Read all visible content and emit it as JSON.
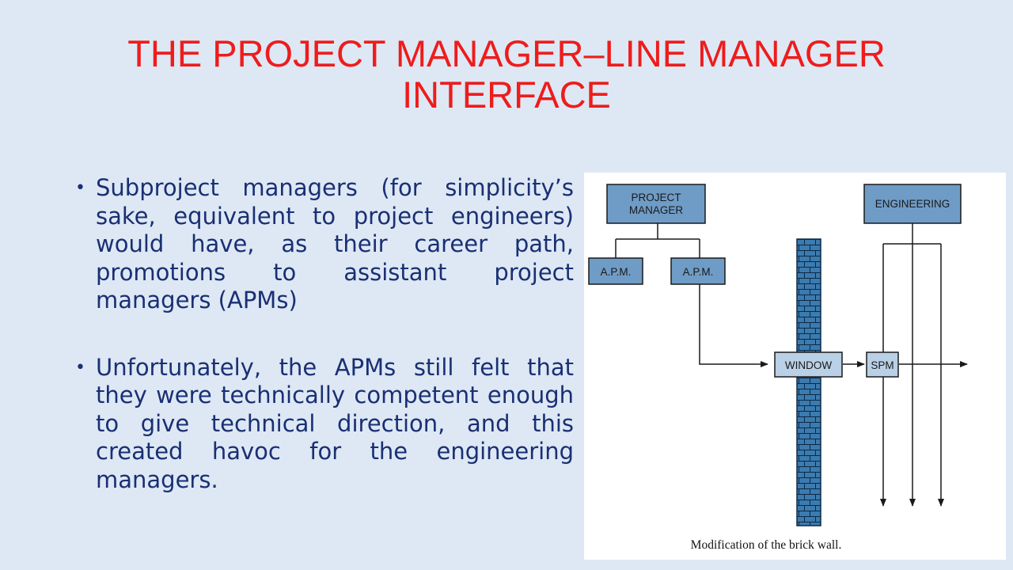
{
  "slide": {
    "title_line1": "THE PROJECT MANAGER–LINE MANAGER",
    "title_line2": "INTERFACE",
    "bullets": [
      "Subproject managers (for simplicity’s sake, equivalent to project engineers) would have, as their career path, promotions to assistant project managers (APMs)",
      "Unfortunately, the APMs still felt that they were technically competent enough to give technical direction, and this created havoc for the engineering managers."
    ],
    "bullet_marker": "•"
  },
  "diagram": {
    "boxes": {
      "project_manager_line1": "PROJECT",
      "project_manager_line2": "MANAGER",
      "apm_left": "A.P.M.",
      "apm_right": "A.P.M.",
      "engineering": "ENGINEERING",
      "window": "WINDOW",
      "spm": "SPM"
    },
    "caption": "Modification of the brick wall.",
    "colors": {
      "box_fill": "#6f9cc6",
      "window_fill": "#b9d0e6",
      "wall_fill": "#3b7bb0",
      "line": "#1a1a1a"
    }
  }
}
